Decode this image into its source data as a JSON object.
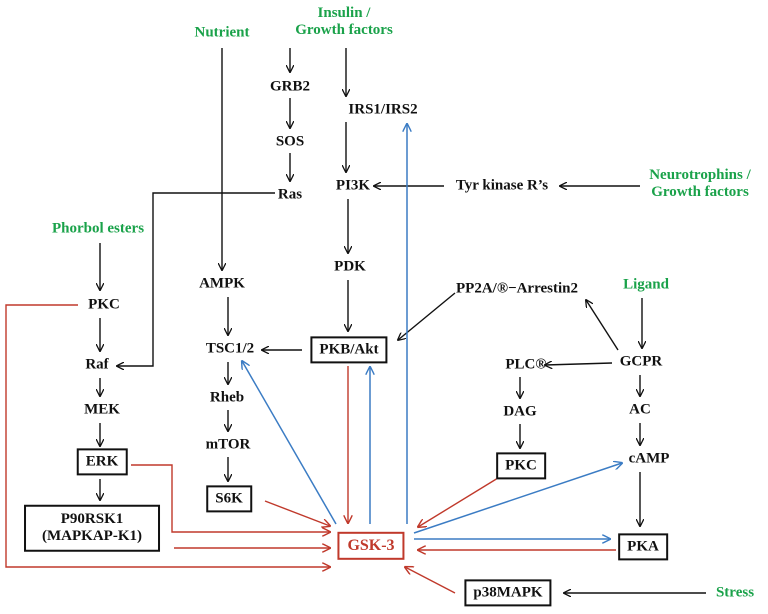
{
  "colors": {
    "black": "#111111",
    "red": "#c0392b",
    "blue": "#3b7cc4",
    "green": "#1aa24a"
  },
  "nodes": {
    "nutrient": "Nutrient",
    "insulin": "Insulin /\nGrowth factors",
    "neurotrophins": "Neurotrophins /\nGrowth factors",
    "phorbol": "Phorbol esters",
    "ligand": "Ligand",
    "stress": "Stress",
    "grb2": "GRB2",
    "sos": "SOS",
    "ras": "Ras",
    "irs": "IRS1/IRS2",
    "pi3k": "PI3K",
    "tyr": "Tyr kinase R’s",
    "pdk": "PDK",
    "ampk": "AMPK",
    "pkc1": "PKC",
    "pp2a": "PP2A/®−Arrestin2",
    "raf": "Raf",
    "tsc": "TSC1/2",
    "pkb": "PKB/Akt",
    "plc": "PLC®",
    "gcpr": "GCPR",
    "mek": "MEK",
    "rheb": "Rheb",
    "dag": "DAG",
    "ac": "AC",
    "mtor": "mTOR",
    "erk": "ERK",
    "pkc2": "PKC",
    "camp": "cAMP",
    "s6k": "S6K",
    "p90": "P90RSK1\n(MAPKAP-K1)",
    "gsk3": "GSK-3",
    "pka": "PKA",
    "p38": "p38MAPK"
  }
}
